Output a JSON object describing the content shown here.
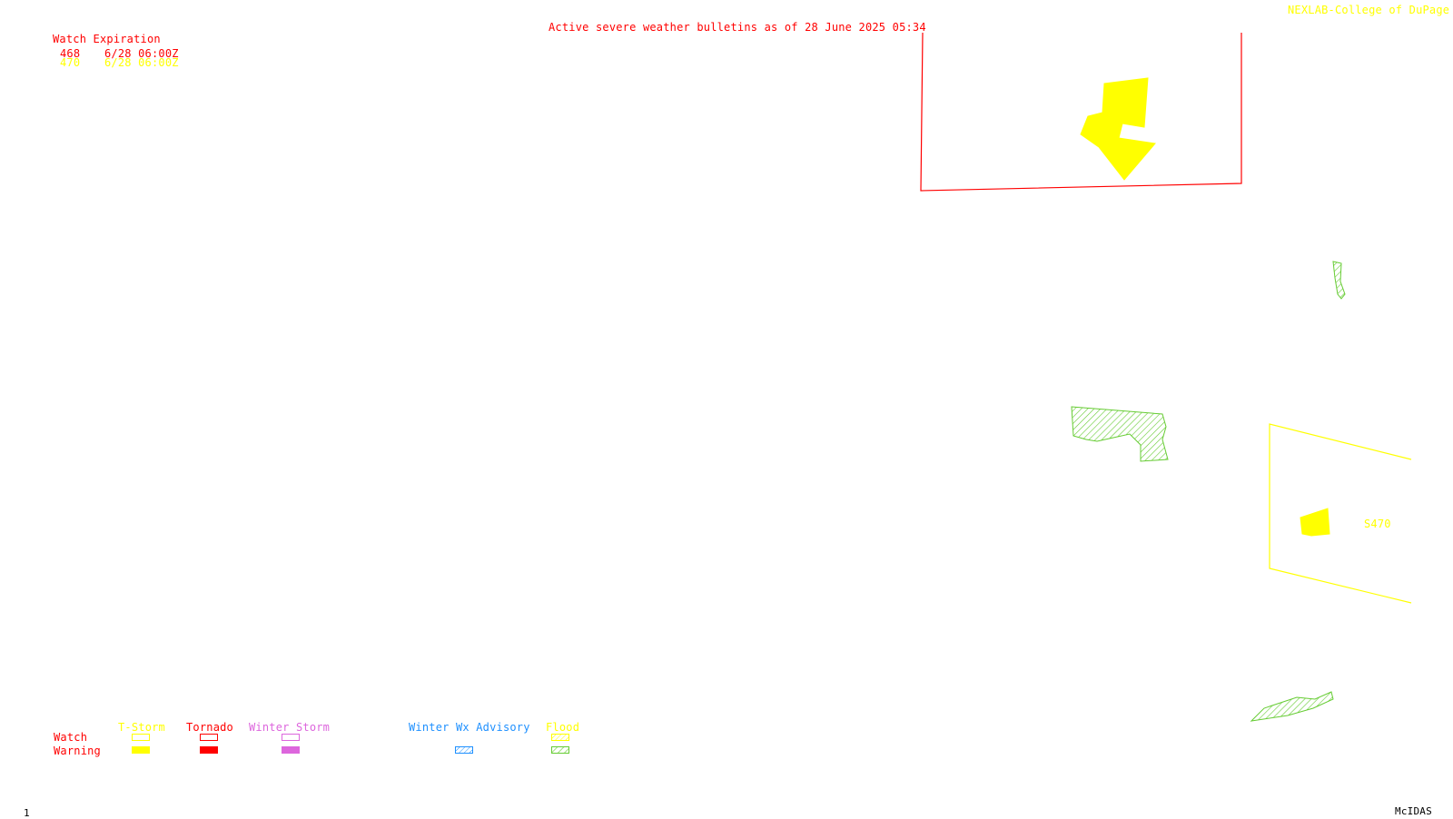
{
  "header": {
    "title": "Active severe weather bulletins as of 28 June 2025 05:34",
    "credit": "NEXLAB-College of DuPage R"
  },
  "watch_table": {
    "heading": "Watch Expiration",
    "rows": [
      {
        "id": "468",
        "expires": "6/28 06:00Z",
        "color": "#ff0000"
      },
      {
        "id": "470",
        "expires": "6/28 06:00Z",
        "color": "#ffff00"
      }
    ]
  },
  "map_labels": {
    "watch_label": "S470"
  },
  "legend": {
    "row_watch": "Watch",
    "row_warning": "Warning",
    "columns": [
      {
        "label": "T-Storm",
        "color": "#ffff00",
        "pattern": "solid"
      },
      {
        "label": "Tornado",
        "color": "#ff0000",
        "pattern": "solid"
      },
      {
        "label": "Winter Storm",
        "color": "#dd66dd",
        "pattern": "solid"
      },
      {
        "label": "Winter Wx Advisory",
        "color": "#1e90ff",
        "pattern": "hatched"
      },
      {
        "label": "Flood",
        "color": "#66cc33",
        "pattern": "hatched",
        "watch_color": "#ffff00"
      }
    ]
  },
  "footer": {
    "frame_number": "1",
    "software": "McIDAS"
  },
  "colors": {
    "tornado": "#ff0000",
    "tstorm": "#ffff00",
    "winter_storm": "#dd66dd",
    "winter_advisory": "#1e90ff",
    "flood": "#66cc33",
    "footer_text": "#000000",
    "background": "#ffffff"
  }
}
